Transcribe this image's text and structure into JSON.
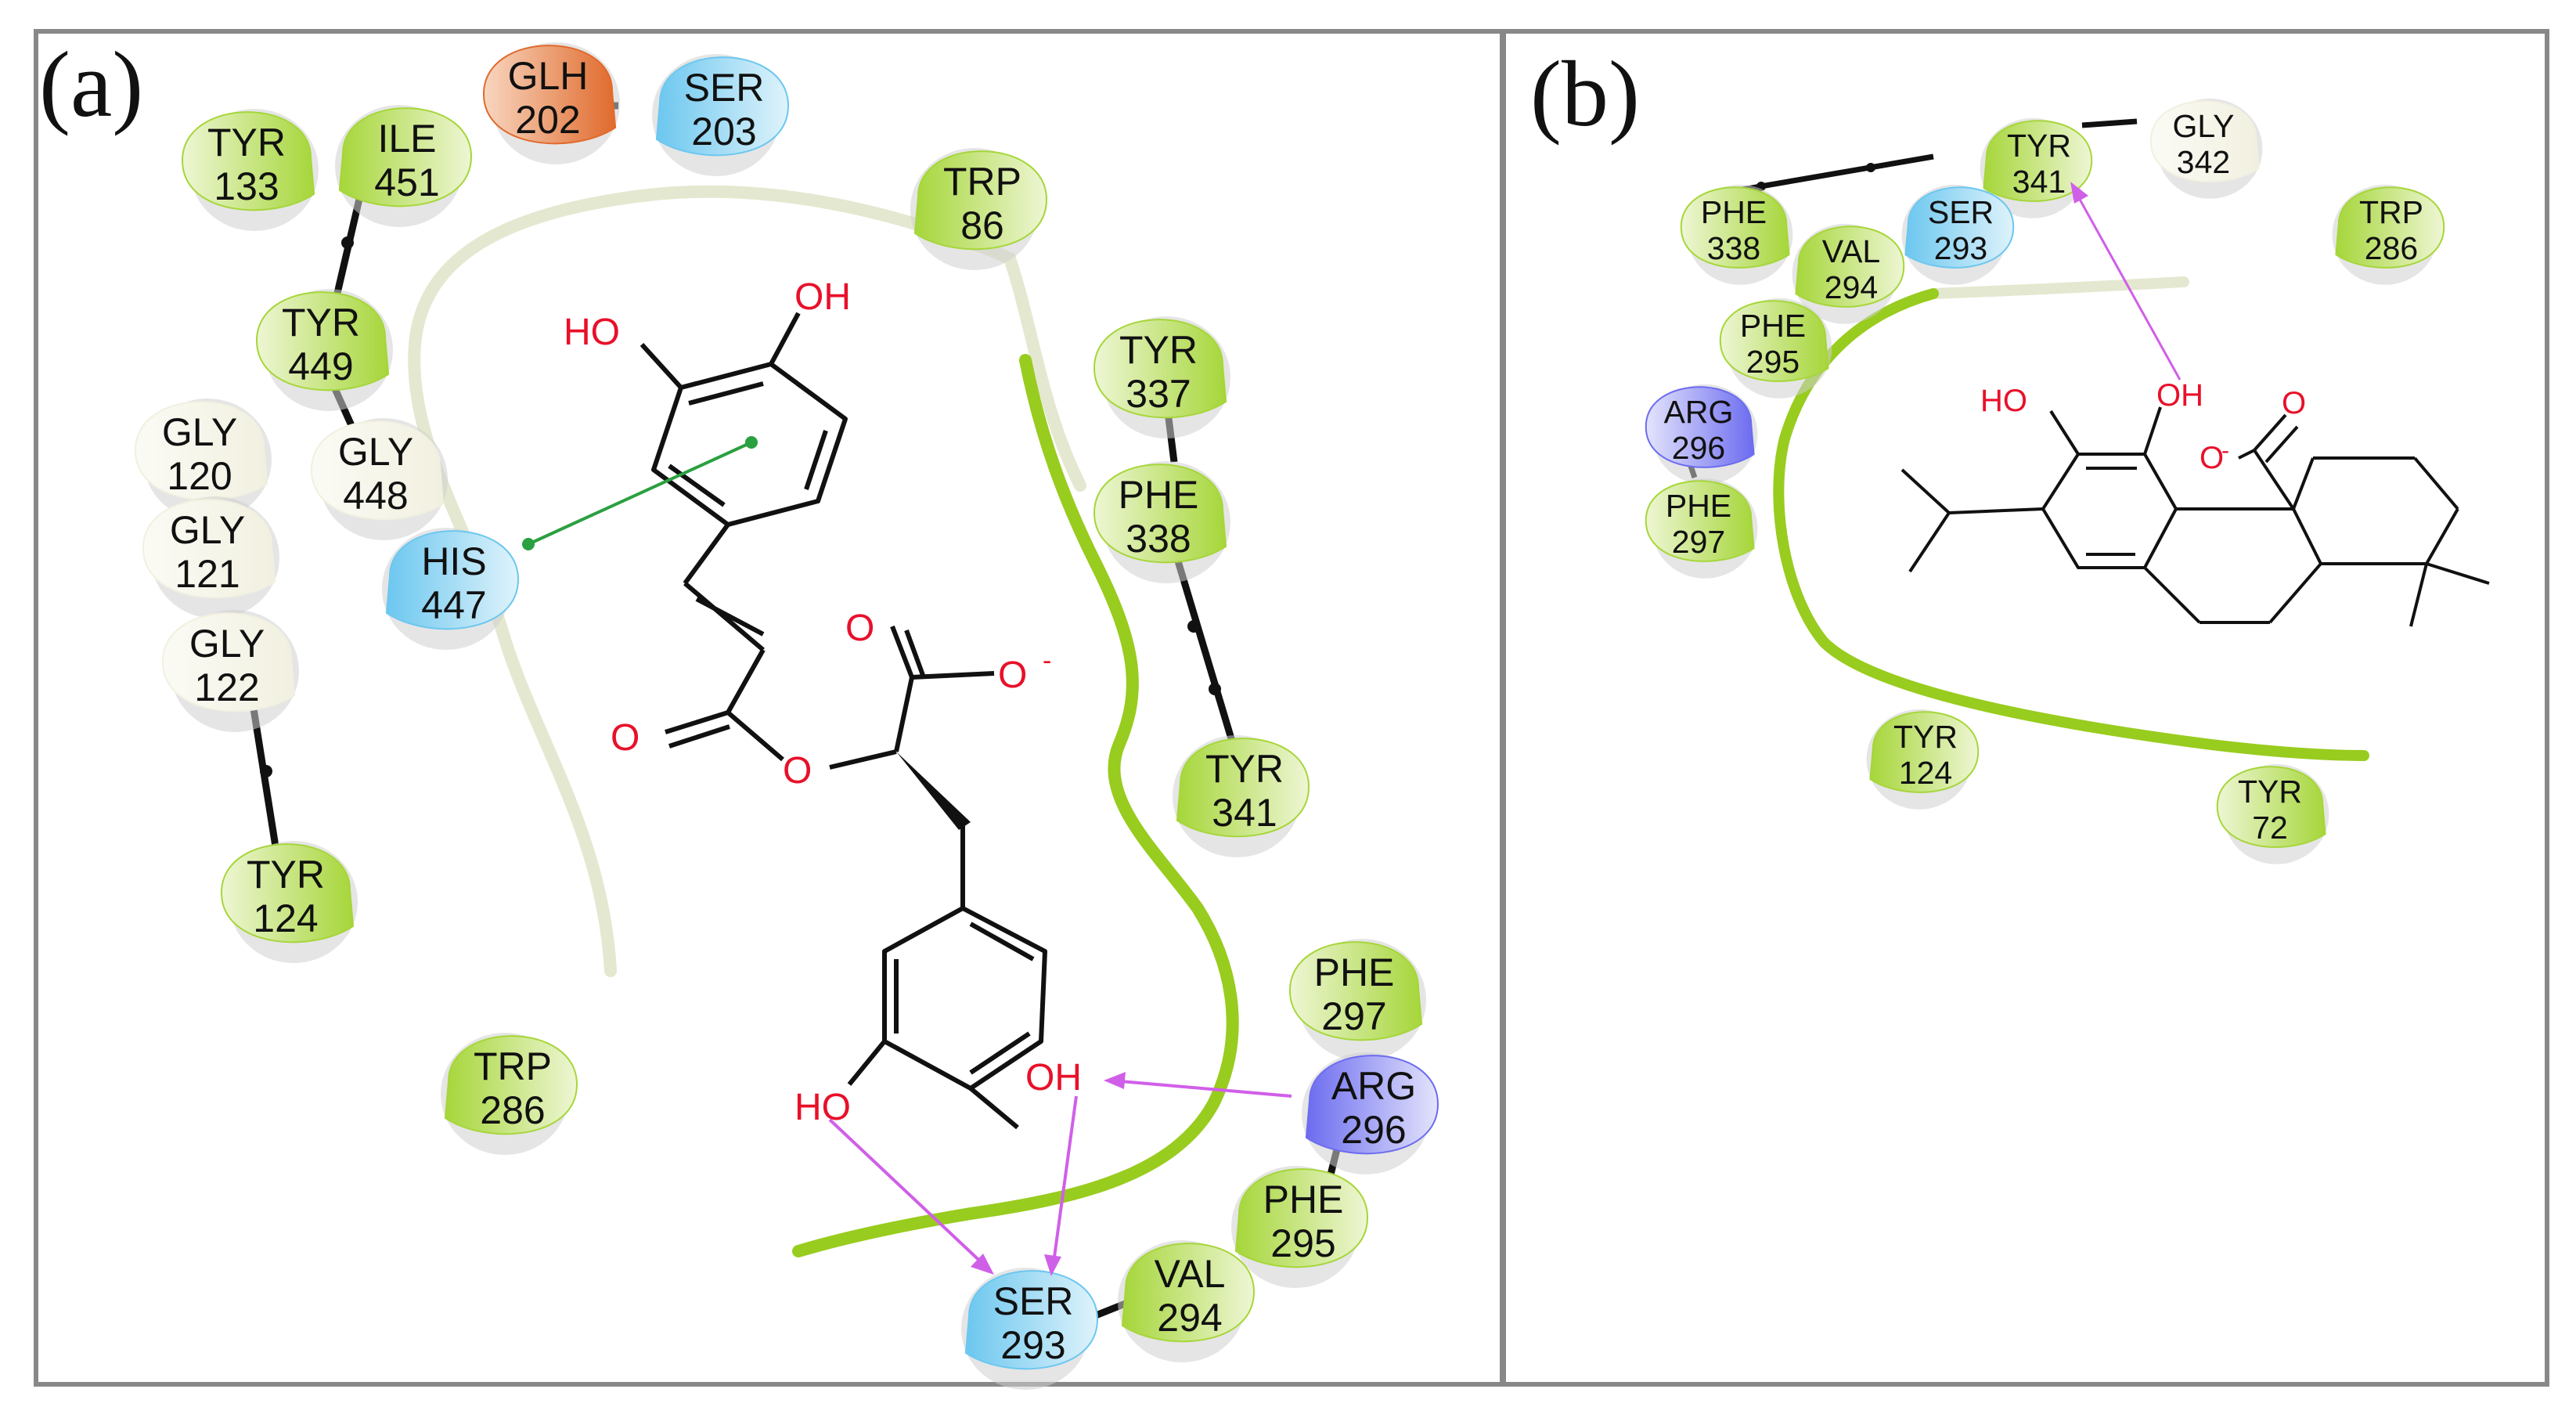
{
  "colors": {
    "hydrophobic": "#a6d63a",
    "hydrophobic_light": "#eef6d4",
    "glycine": "#f1f0e0",
    "glycine_light": "#fbfbf5",
    "polar": "#6cc7ef",
    "polar_light": "#dff3fb",
    "positive": "#6c6cf0",
    "positive_light": "#e4e4fc",
    "negative": "#e06a2c",
    "negative_light": "#f8d6c0",
    "pocket_strong": "#98cc1e",
    "pocket_faint": "#e4e8d0",
    "hbond_arrow": "#d05fe8",
    "pi_pi": "#2aa040",
    "atom_oxygen": "#e8102a",
    "bond": "#111111",
    "frame": "#888888"
  },
  "panel_a": {
    "label": "(a)",
    "residues": [
      {
        "name": "TYR",
        "num": "133",
        "kind": "hydrophobic"
      },
      {
        "name": "ILE",
        "num": "451",
        "kind": "hydrophobic"
      },
      {
        "name": "GLH",
        "num": "202",
        "kind": "negative"
      },
      {
        "name": "SER",
        "num": "203",
        "kind": "polar"
      },
      {
        "name": "TRP",
        "num": "86",
        "kind": "hydrophobic"
      },
      {
        "name": "TYR",
        "num": "449",
        "kind": "hydrophobic"
      },
      {
        "name": "GLY",
        "num": "120",
        "kind": "glycine"
      },
      {
        "name": "GLY",
        "num": "448",
        "kind": "glycine"
      },
      {
        "name": "GLY",
        "num": "121",
        "kind": "glycine"
      },
      {
        "name": "HIS",
        "num": "447",
        "kind": "polar"
      },
      {
        "name": "GLY",
        "num": "122",
        "kind": "glycine"
      },
      {
        "name": "TYR",
        "num": "124",
        "kind": "hydrophobic"
      },
      {
        "name": "TRP",
        "num": "286",
        "kind": "hydrophobic"
      },
      {
        "name": "TYR",
        "num": "337",
        "kind": "hydrophobic"
      },
      {
        "name": "PHE",
        "num": "338",
        "kind": "hydrophobic"
      },
      {
        "name": "TYR",
        "num": "341",
        "kind": "hydrophobic"
      },
      {
        "name": "PHE",
        "num": "297",
        "kind": "hydrophobic"
      },
      {
        "name": "ARG",
        "num": "296",
        "kind": "positive"
      },
      {
        "name": "PHE",
        "num": "295",
        "kind": "hydrophobic"
      },
      {
        "name": "VAL",
        "num": "294",
        "kind": "hydrophobic"
      },
      {
        "name": "SER",
        "num": "293",
        "kind": "polar"
      }
    ],
    "atoms": [
      {
        "text": "HO"
      },
      {
        "text": "OH"
      },
      {
        "text": "O"
      },
      {
        "text": "O"
      },
      {
        "text": "O"
      },
      {
        "text": "O"
      },
      {
        "text": "HO"
      },
      {
        "text": "OH"
      }
    ]
  },
  "panel_b": {
    "label": "(b)",
    "residues": [
      {
        "name": "TYR",
        "num": "341",
        "kind": "hydrophobic"
      },
      {
        "name": "GLY",
        "num": "342",
        "kind": "glycine"
      },
      {
        "name": "SER",
        "num": "293",
        "kind": "polar"
      },
      {
        "name": "PHE",
        "num": "338",
        "kind": "hydrophobic"
      },
      {
        "name": "VAL",
        "num": "294",
        "kind": "hydrophobic"
      },
      {
        "name": "TRP",
        "num": "286",
        "kind": "hydrophobic"
      },
      {
        "name": "PHE",
        "num": "295",
        "kind": "hydrophobic"
      },
      {
        "name": "ARG",
        "num": "296",
        "kind": "positive"
      },
      {
        "name": "PHE",
        "num": "297",
        "kind": "hydrophobic"
      },
      {
        "name": "TYR",
        "num": "124",
        "kind": "hydrophobic"
      },
      {
        "name": "TYR",
        "num": "72",
        "kind": "hydrophobic"
      }
    ],
    "atoms": [
      {
        "text": "HO"
      },
      {
        "text": "OH"
      },
      {
        "text": "O"
      },
      {
        "text": "O"
      }
    ]
  }
}
